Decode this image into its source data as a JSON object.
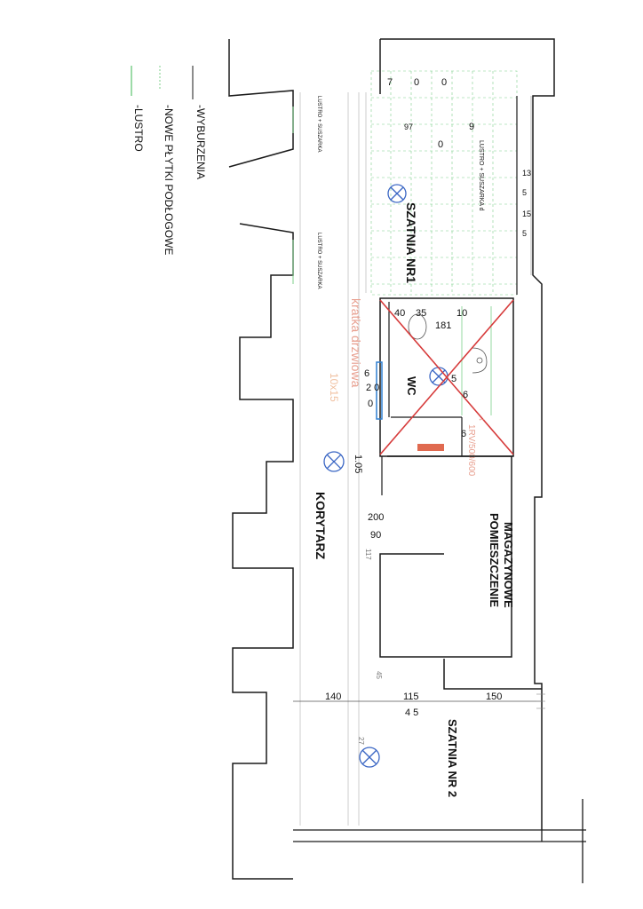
{
  "legend": {
    "demolition": "-WYBURZENIA",
    "new_tiles": "-NOWE PŁYTKI PODŁOGOWE",
    "mirror": "-LUSTRO"
  },
  "colors": {
    "wall": "#1a1a1a",
    "demolition": "#d63a3a",
    "new_tiles": "#7ccf8a",
    "light_fixture": "#3a66c4",
    "dimension": "#222222",
    "faded": "#e8a090",
    "heater": "#e06a50",
    "door_blue": "#2f7fd0"
  },
  "rooms": {
    "szatnia1": "SZATNIA NR1",
    "wc": "WC",
    "korytarz": "KORYTARZ",
    "magazyn": "POMIESZCZENIE\nMAGAZYNOWE",
    "szatnia2": "SZATNIA NR 2"
  },
  "fixtures": {
    "lustro_suszarka": "LUSTRO + SUSZARKA",
    "lustro_suszarka_d": "LUSTRO + SUSZARKA d",
    "heater_label": "1RV/500/600",
    "kratka": "kratka drzwiowa",
    "faded_dim": "10x15"
  },
  "dimensions": {
    "top_row": [
      "7",
      "0",
      "0"
    ],
    "szatnia1_right": "9",
    "szatnia1_left": "97",
    "szatnia1_zero": "0",
    "right_edge": [
      "13",
      "5",
      "15",
      "5"
    ],
    "wc": {
      "d40": "40",
      "d35": "35",
      "d10": "10",
      "d181": "181",
      "d5": "5",
      "d6a": "6",
      "d20": "2 0",
      "d0": "0",
      "d6b": "6",
      "d6c": "6"
    },
    "corridor": {
      "d105": "1.05",
      "d200": "200",
      "d90": "90",
      "d117": "117"
    },
    "bottom": {
      "d140": "140",
      "d115": "115",
      "d150": "150",
      "d45": "4 5",
      "d45b": "45",
      "d27": "27"
    }
  }
}
